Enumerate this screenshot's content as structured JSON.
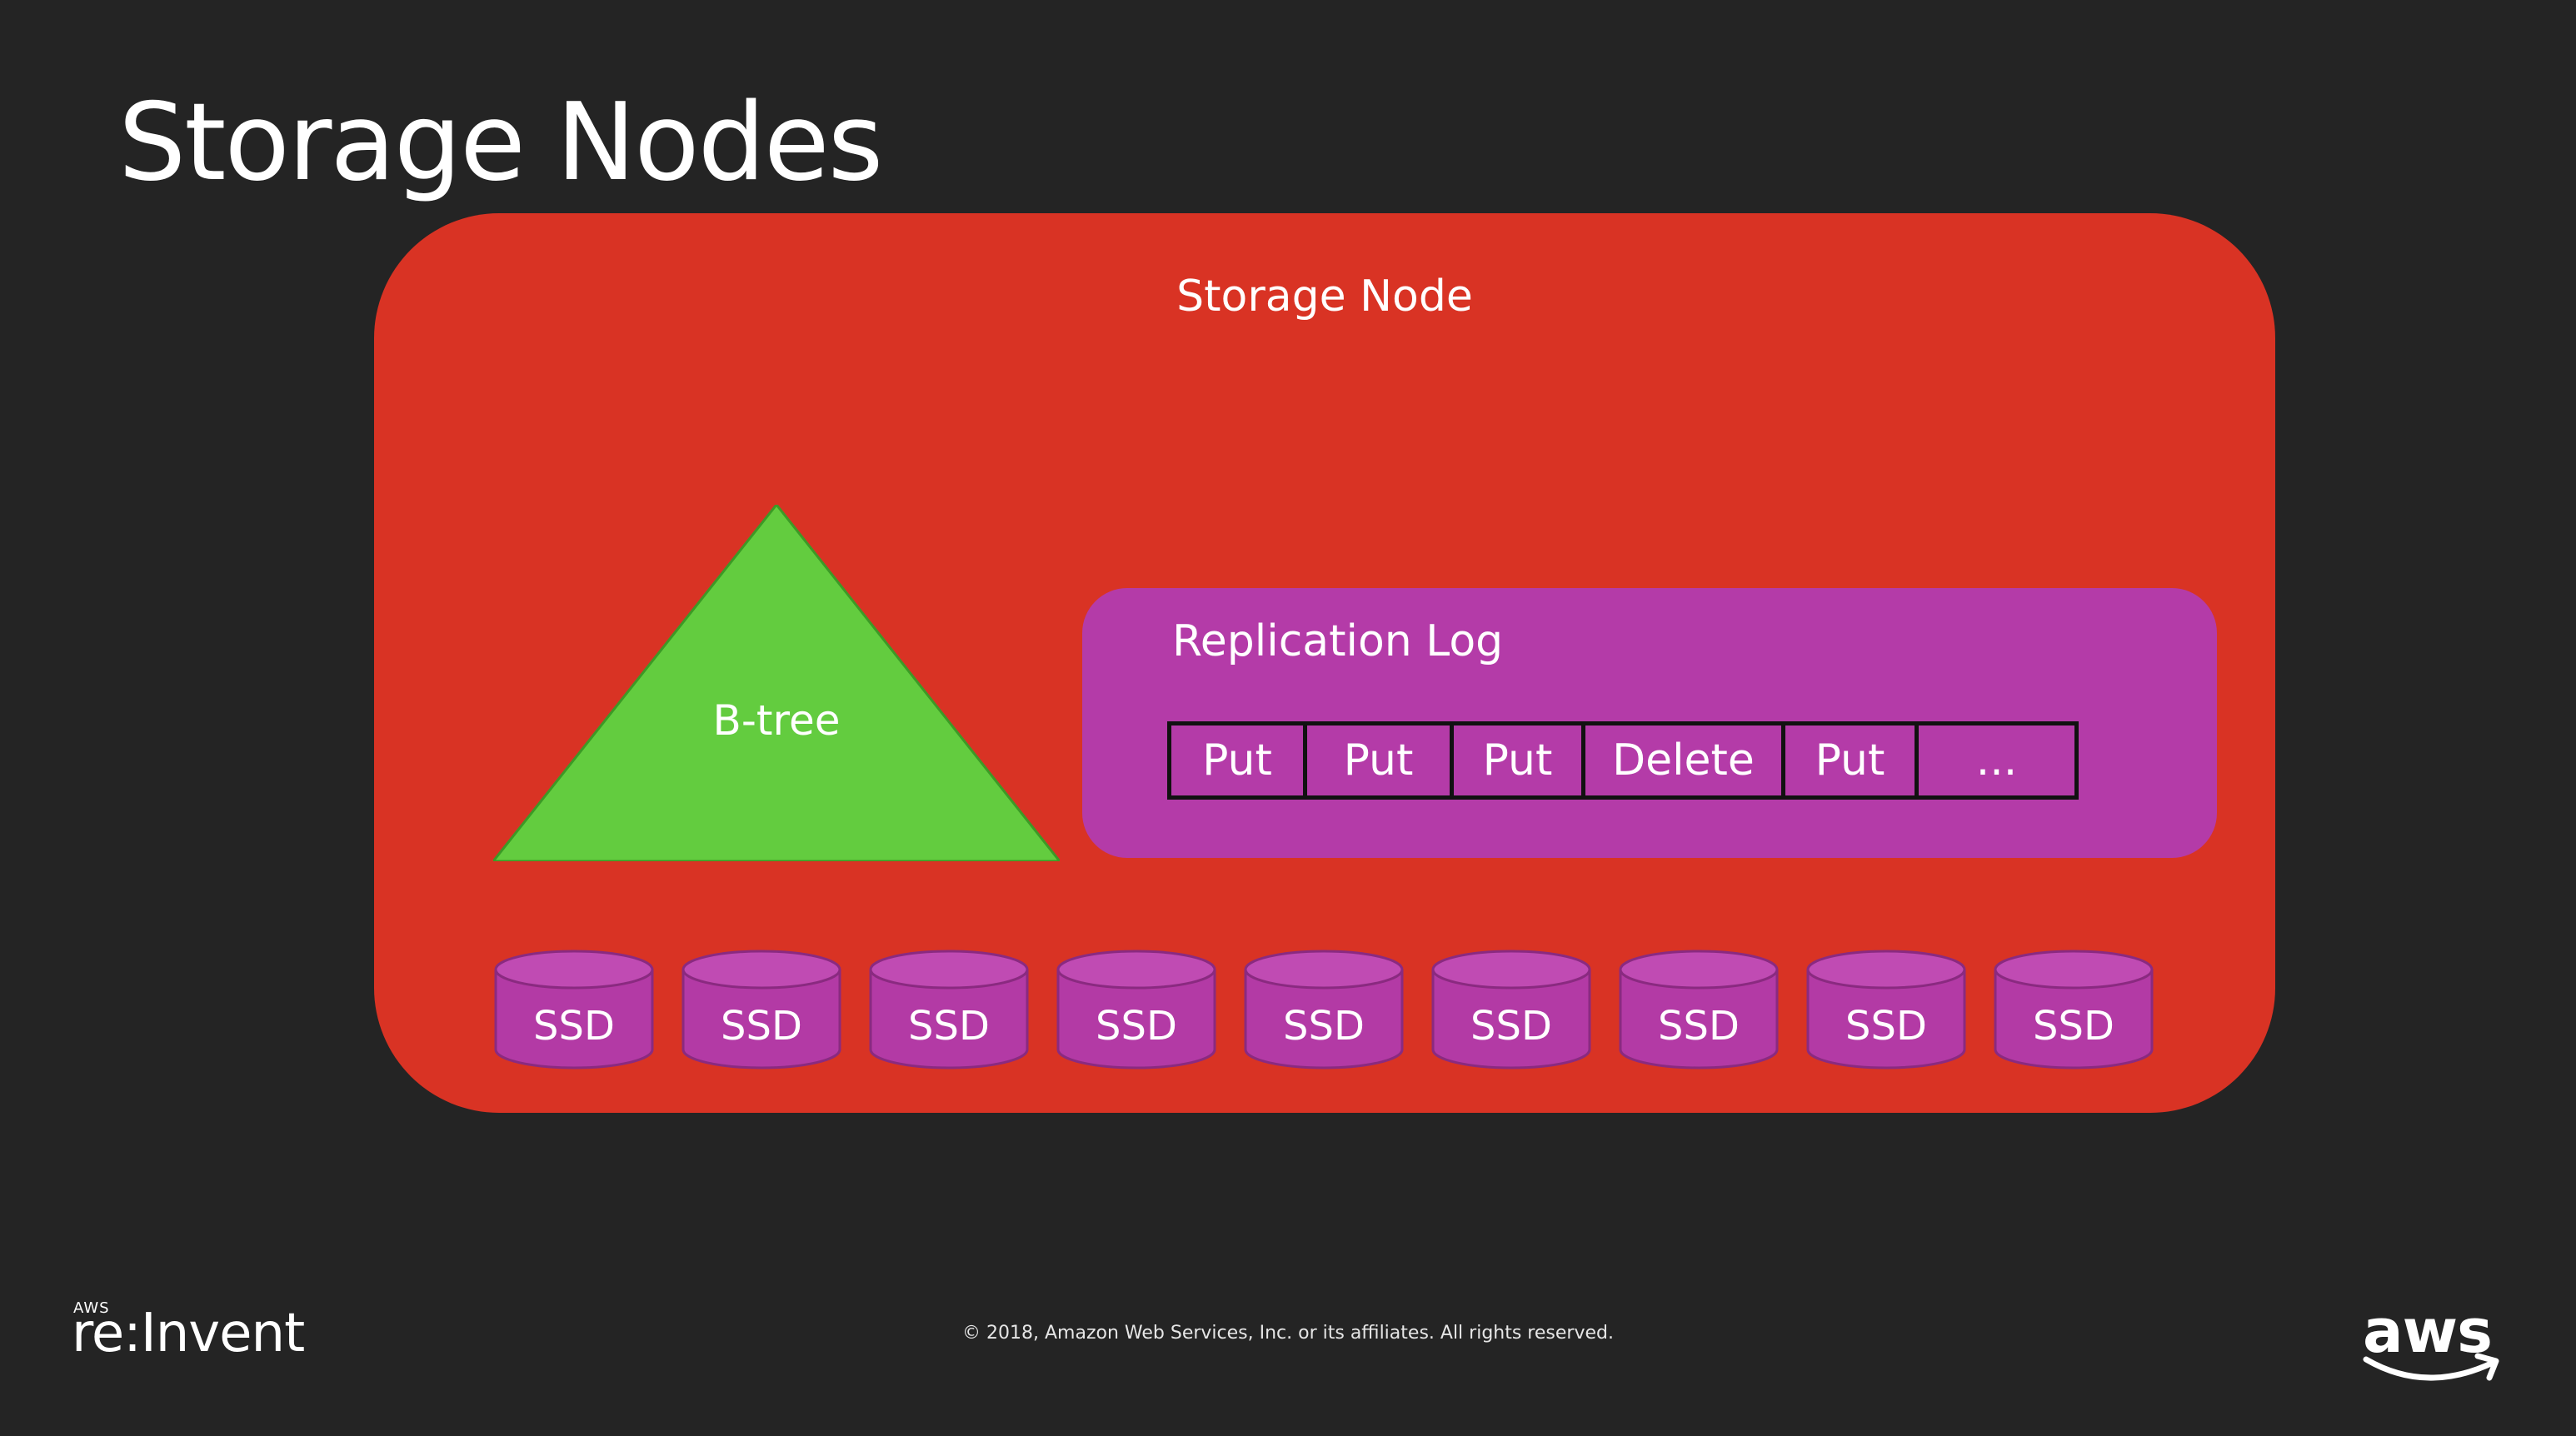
{
  "slide": {
    "title": "Storage Nodes",
    "copyright": "© 2018, Amazon Web Services, Inc. or its affiliates. All rights reserved."
  },
  "diagram": {
    "container_label": "Storage Node",
    "btree_label": "B-tree",
    "replication_log": {
      "label": "Replication Log",
      "entries": [
        "Put",
        "Put",
        "Put",
        "Delete",
        "Put",
        "..."
      ]
    },
    "ssds": [
      "SSD",
      "SSD",
      "SSD",
      "SSD",
      "SSD",
      "SSD",
      "SSD",
      "SSD",
      "SSD"
    ],
    "colors": {
      "background": "#242424",
      "storage_node": "#d93324",
      "btree": "#63cc3f",
      "replication_log": "#b43ba8",
      "ssd": "#b33aa5"
    }
  },
  "branding": {
    "left_small": "AWS",
    "left_main": "re:Invent",
    "right_logo": "aws",
    "left_logo_icon": "reinvent-logo",
    "right_logo_icon": "aws-smile-icon"
  }
}
